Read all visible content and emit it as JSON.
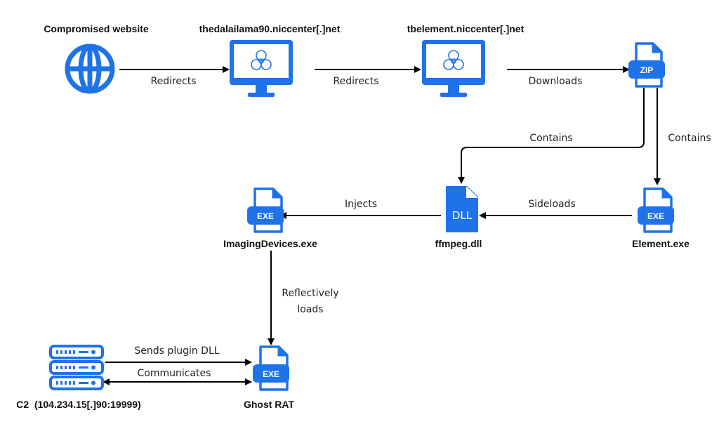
{
  "colors": {
    "accent": "#1e73e8",
    "edge": "#000000",
    "text": "#111111"
  },
  "nodes": {
    "compromised": {
      "label": "Compromised website",
      "icon": "globe-icon"
    },
    "dalailama": {
      "label": "thedalailama90.niccenter[.]net",
      "icon": "monitor-biohazard-icon"
    },
    "tbelement": {
      "label": "tbelement.niccenter[.]net",
      "icon": "monitor-biohazard-icon"
    },
    "zip": {
      "badge": "ZIP",
      "icon": "zip-file-icon"
    },
    "imaging": {
      "label": "ImagingDevices.exe",
      "badge": "EXE",
      "icon": "exe-file-icon"
    },
    "ffmpeg": {
      "label": "ffmpeg.dll",
      "badge": "DLL",
      "icon": "dll-file-icon"
    },
    "element": {
      "label": "Element.exe",
      "badge": "EXE",
      "icon": "exe-file-icon"
    },
    "ghost": {
      "label": "Ghost RAT",
      "badge": "EXE",
      "icon": "exe-file-icon"
    },
    "c2": {
      "label": "C2  (104.234.15[.]90:19999)",
      "icon": "server-icon"
    }
  },
  "edges": {
    "redirects1": "Redirects",
    "redirects2": "Redirects",
    "downloads": "Downloads",
    "contains1": "Contains",
    "contains2": "Contains",
    "sideloads": "Sideloads",
    "injects": "Injects",
    "reflectively_line1": "Reflectively",
    "reflectively_line2": "loads",
    "sends_plugin": "Sends plugin DLL",
    "communicates": "Communicates"
  }
}
